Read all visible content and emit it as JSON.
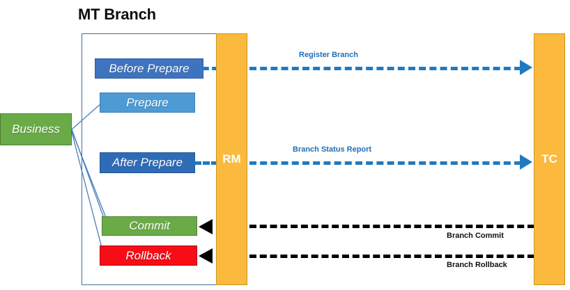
{
  "title": "MT Branch",
  "lanes": [
    {
      "id": "rm",
      "label": "RM",
      "color": "#FBBA3D"
    },
    {
      "id": "tc",
      "label": "TC",
      "color": "#FBBA3D"
    }
  ],
  "external": {
    "business": {
      "label": "Business",
      "color": "#6AAB47"
    }
  },
  "steps": [
    {
      "id": "before-prepare",
      "label": "Before Prepare",
      "color": "#3E74BF"
    },
    {
      "id": "prepare",
      "label": "Prepare",
      "color": "#4D9BD5"
    },
    {
      "id": "after-prepare",
      "label": "After Prepare",
      "color": "#2E6CB8"
    },
    {
      "id": "commit",
      "label": "Commit",
      "color": "#6AAB47"
    },
    {
      "id": "rollback",
      "label": "Rollback",
      "color": "#F80D16"
    }
  ],
  "flows": [
    {
      "id": "register-branch",
      "label": "Register Branch",
      "color": "#1F6FB8",
      "direction": "rm-to-tc"
    },
    {
      "id": "branch-status",
      "label": "Branch Status Report",
      "color": "#1F6FB8",
      "direction": "rm-to-tc"
    },
    {
      "id": "branch-commit",
      "label": "Branch Commit",
      "color": "#111111",
      "direction": "tc-to-rm"
    },
    {
      "id": "branch-rollback",
      "label": "Branch Rollback",
      "color": "#111111",
      "direction": "tc-to-rm"
    }
  ]
}
